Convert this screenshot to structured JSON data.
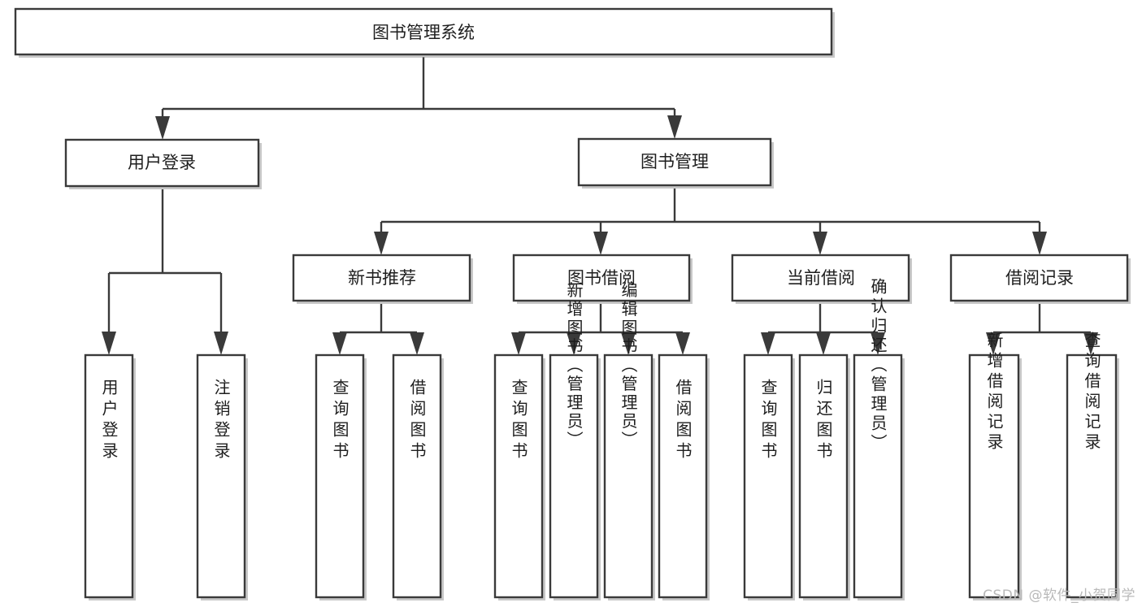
{
  "diagram": {
    "title": "图书管理系统",
    "type": "hierarchy-tree",
    "watermark": "CSDN @软件_小贺同学",
    "colors": {
      "box_stroke": "#3a3a3a",
      "box_fill": "#ffffff",
      "text": "#1e1e1e",
      "watermark": "#b9b9b9",
      "background": "#ffffff"
    },
    "levels": {
      "level1": [
        {
          "id": "root",
          "label": "图书管理系统",
          "orientation": "horizontal"
        }
      ],
      "level2": [
        {
          "id": "user-login",
          "label": "用户登录",
          "orientation": "horizontal"
        },
        {
          "id": "book-manage",
          "label": "图书管理",
          "orientation": "horizontal"
        }
      ],
      "level3": [
        {
          "id": "new-book-rec",
          "label": "新书推荐",
          "orientation": "horizontal"
        },
        {
          "id": "book-borrow",
          "label": "图书借阅",
          "orientation": "horizontal"
        },
        {
          "id": "current-borrow",
          "label": "当前借阅",
          "orientation": "horizontal"
        },
        {
          "id": "borrow-record",
          "label": "借阅记录",
          "orientation": "horizontal"
        }
      ],
      "level4": [
        {
          "id": "leaf-user-login",
          "label": "用户登录",
          "parent": "user-login",
          "orientation": "vertical"
        },
        {
          "id": "leaf-logout",
          "label": "注销登录",
          "parent": "user-login",
          "orientation": "vertical"
        },
        {
          "id": "leaf-query-book-rec",
          "label": "查询图书",
          "parent": "new-book-rec",
          "orientation": "vertical"
        },
        {
          "id": "leaf-borrow-book-rec",
          "label": "借阅图书",
          "parent": "new-book-rec",
          "orientation": "vertical"
        },
        {
          "id": "leaf-query-book-bb",
          "label": "查询图书",
          "parent": "book-borrow",
          "orientation": "vertical"
        },
        {
          "id": "leaf-add-book",
          "label": "新增图书（管理员）",
          "parent": "book-borrow",
          "orientation": "vertical"
        },
        {
          "id": "leaf-edit-book",
          "label": "编辑图书（管理员）",
          "parent": "book-borrow",
          "orientation": "vertical"
        },
        {
          "id": "leaf-borrow-book-bb",
          "label": "借阅图书",
          "parent": "book-borrow",
          "orientation": "vertical"
        },
        {
          "id": "leaf-query-book-cb",
          "label": "查询图书",
          "parent": "current-borrow",
          "orientation": "vertical"
        },
        {
          "id": "leaf-return-book",
          "label": "归还图书",
          "parent": "current-borrow",
          "orientation": "vertical"
        },
        {
          "id": "leaf-confirm-return",
          "label": "确认归还（管理员）",
          "parent": "current-borrow",
          "orientation": "vertical"
        },
        {
          "id": "leaf-add-record",
          "label": "新增借阅记录",
          "parent": "borrow-record",
          "orientation": "vertical"
        },
        {
          "id": "leaf-query-record",
          "label": "查询借阅记录",
          "parent": "borrow-record",
          "orientation": "vertical"
        }
      ]
    },
    "edges": [
      {
        "from": "root",
        "to": "user-login"
      },
      {
        "from": "root",
        "to": "book-manage"
      },
      {
        "from": "user-login",
        "to": "leaf-user-login"
      },
      {
        "from": "user-login",
        "to": "leaf-logout"
      },
      {
        "from": "book-manage",
        "to": "new-book-rec"
      },
      {
        "from": "book-manage",
        "to": "book-borrow"
      },
      {
        "from": "book-manage",
        "to": "current-borrow"
      },
      {
        "from": "book-manage",
        "to": "borrow-record"
      },
      {
        "from": "new-book-rec",
        "to": "leaf-query-book-rec"
      },
      {
        "from": "new-book-rec",
        "to": "leaf-borrow-book-rec"
      },
      {
        "from": "book-borrow",
        "to": "leaf-query-book-bb"
      },
      {
        "from": "book-borrow",
        "to": "leaf-add-book"
      },
      {
        "from": "book-borrow",
        "to": "leaf-edit-book"
      },
      {
        "from": "book-borrow",
        "to": "leaf-borrow-book-bb"
      },
      {
        "from": "current-borrow",
        "to": "leaf-query-book-cb"
      },
      {
        "from": "current-borrow",
        "to": "leaf-return-book"
      },
      {
        "from": "current-borrow",
        "to": "leaf-confirm-return"
      },
      {
        "from": "borrow-record",
        "to": "leaf-add-record"
      },
      {
        "from": "borrow-record",
        "to": "leaf-query-record"
      }
    ]
  }
}
